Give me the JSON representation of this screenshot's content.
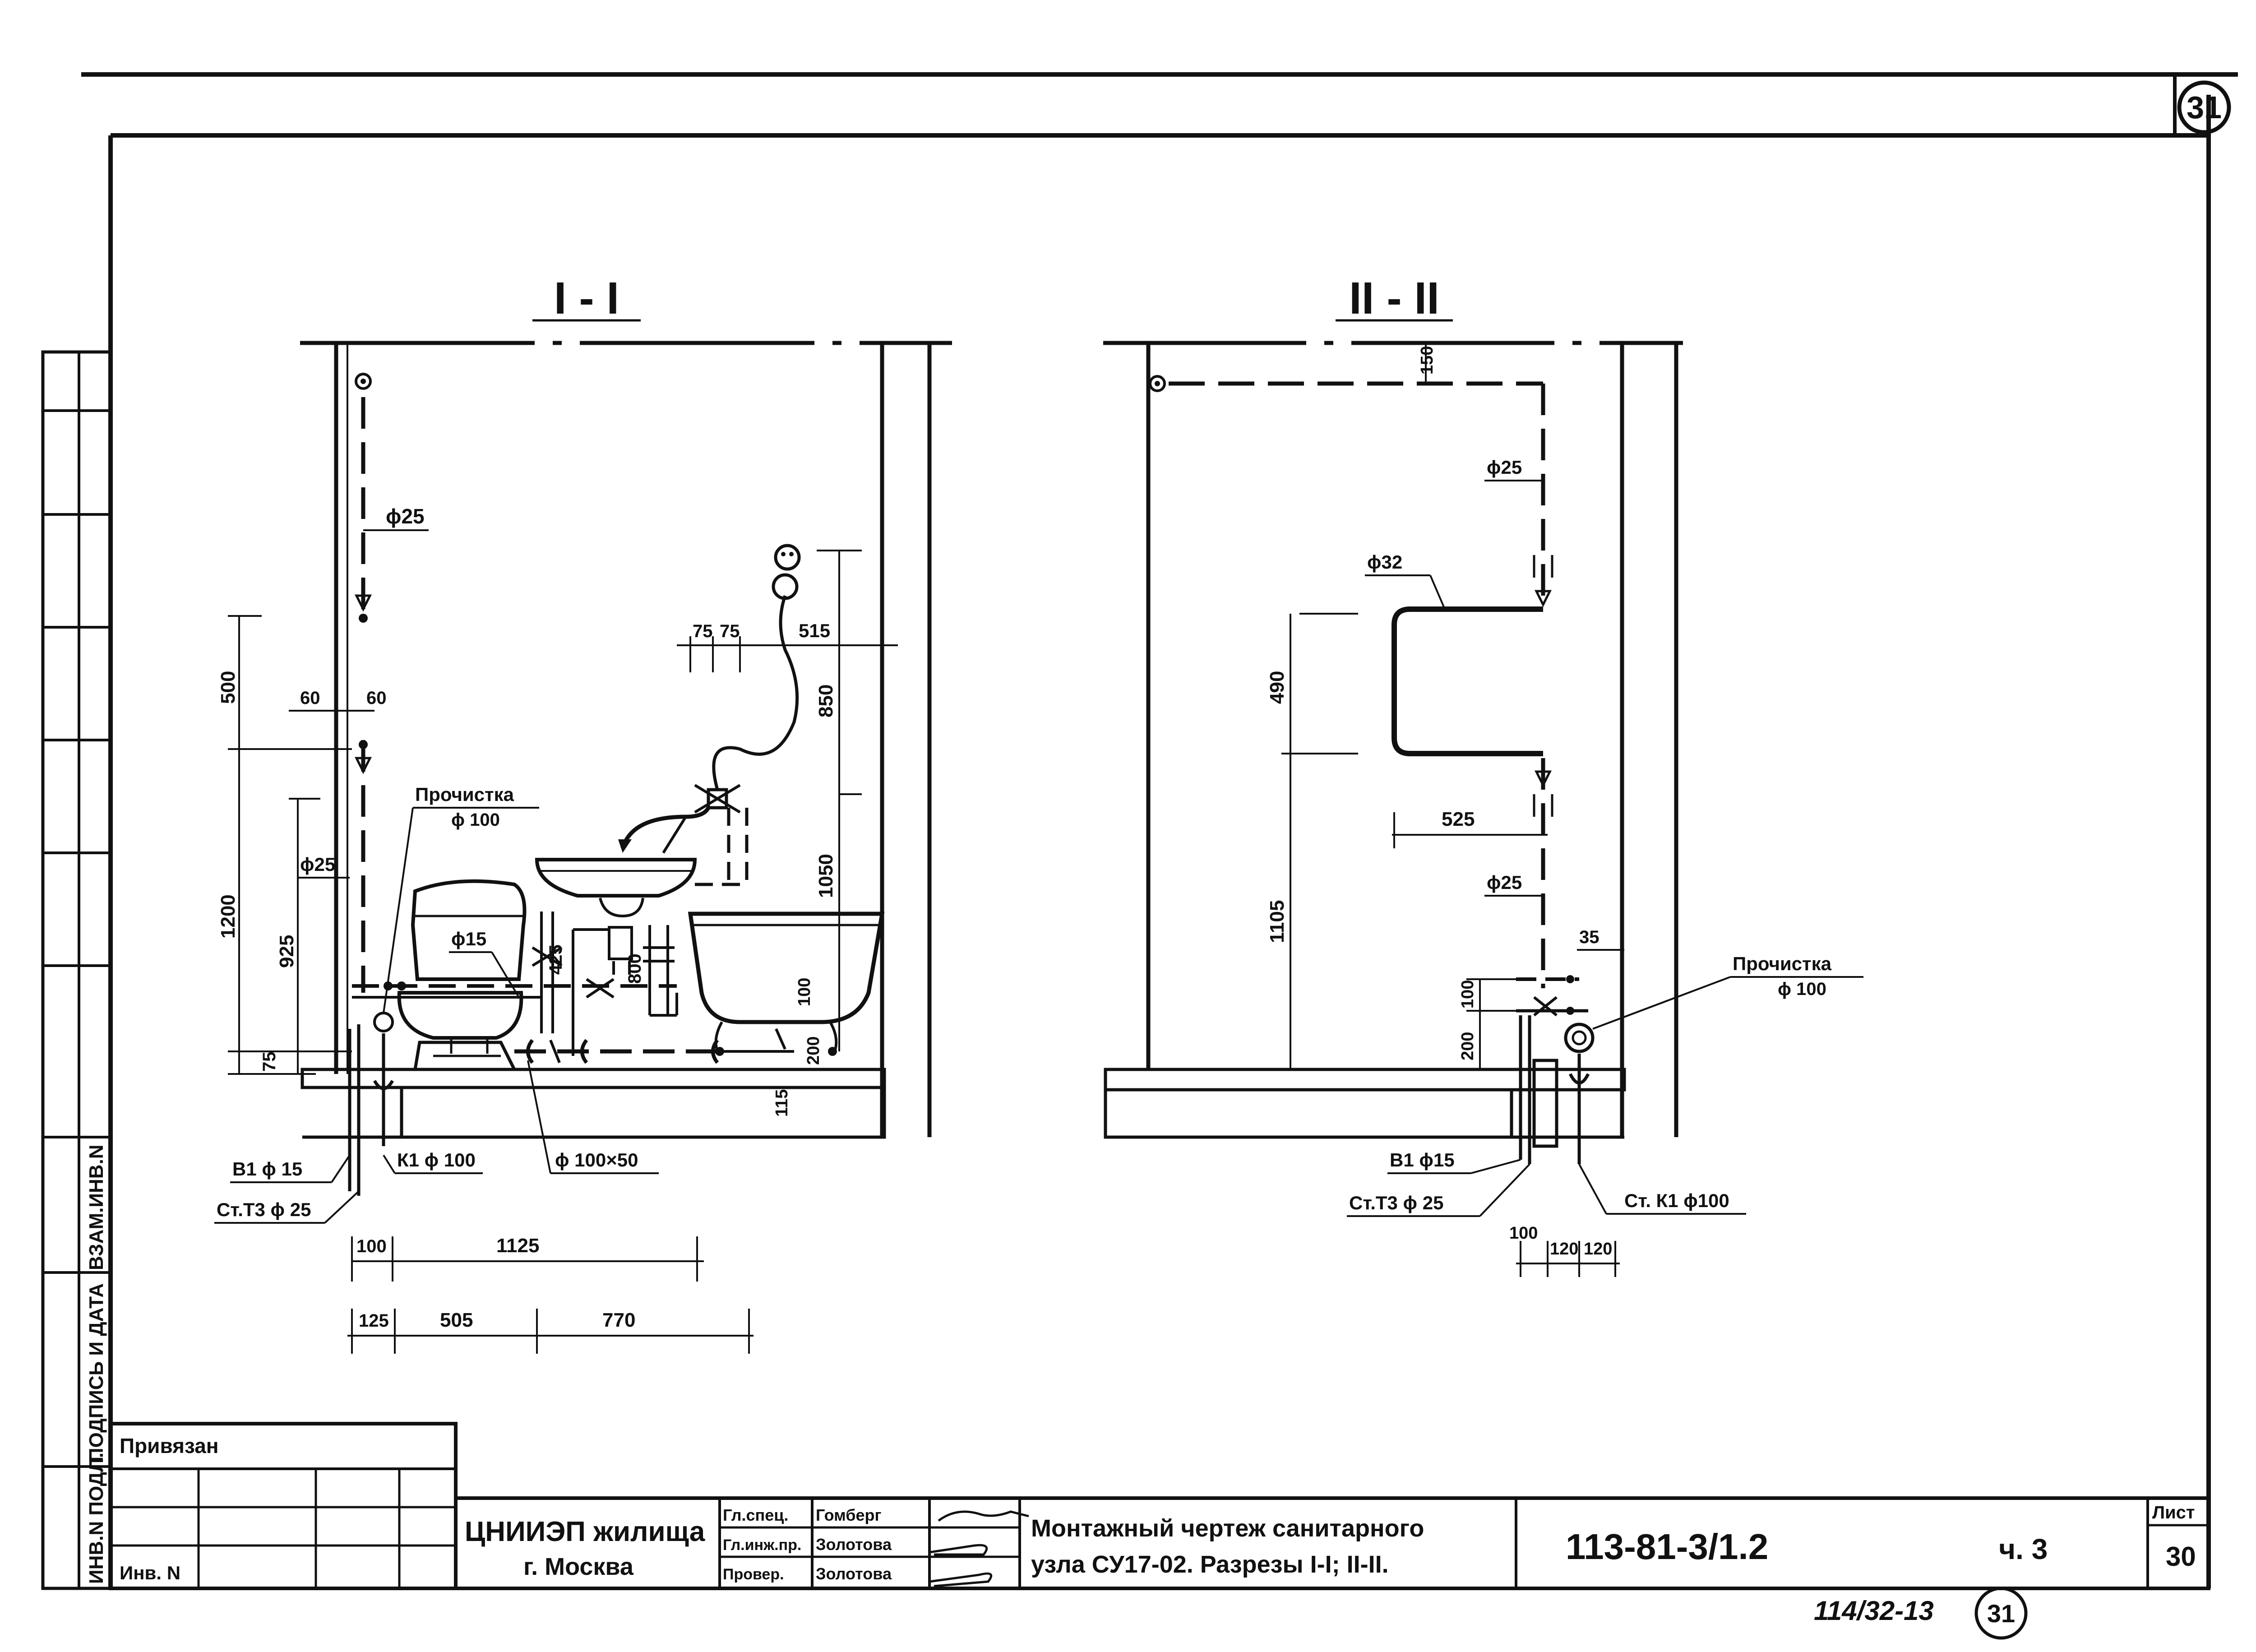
{
  "sheet": {
    "sheet_circle": "31",
    "bottom_stamp": "114/32-13",
    "bottom_stamp_circle": "31"
  },
  "sections": {
    "s1_title": "I - I",
    "s2_title": "II - II"
  },
  "section1": {
    "labels": {
      "d25_top": "ϕ25",
      "d25_left": "ϕ25",
      "d15": "ϕ15",
      "cleanout_1": "Прочистка",
      "cleanout_2": "ϕ 100",
      "v1": "В1 ϕ 15",
      "k1": "К1 ϕ 100",
      "st_t3": "Ст.Т3 ϕ 25",
      "tee": "ϕ 100×50"
    },
    "dims": {
      "d500": "500",
      "d1200": "1200",
      "d925": "925",
      "d75": "75",
      "d60a": "60",
      "d60b": "60",
      "d75a": "75",
      "d75b": "75",
      "d515": "515",
      "d850": "850",
      "d1050": "1050",
      "d800": "800",
      "d425": "425",
      "d100v": "100",
      "d200v": "200",
      "d115": "115",
      "d100": "100",
      "d1125": "1125",
      "d125": "125",
      "d505": "505",
      "d770": "770"
    }
  },
  "section2": {
    "labels": {
      "d25_top": "ϕ25",
      "d32": "ϕ32",
      "d25_bot": "ϕ25",
      "cleanout_1": "Прочистка",
      "cleanout_2": "ϕ 100",
      "v1": "В1 ϕ15",
      "st_t3": "Ст.Т3 ϕ 25",
      "st_k1": "Ст. К1 ϕ100"
    },
    "dims": {
      "d150": "150",
      "d490": "490",
      "d525": "525",
      "d1105": "1105",
      "d35": "35",
      "d100v": "100",
      "d200v": "200",
      "d100": "100",
      "d120a": "120",
      "d120b": "120"
    }
  },
  "side_strip": {
    "upper": "ВЗАМ.ИНВ.N",
    "middle": "ПОДПИСЬ И ДАТА",
    "lower": "ИНВ.N ПОДЛ."
  },
  "title_block": {
    "privyazan": "Привязан",
    "inv": "Инв. N",
    "org_1": "ЦНИИЭП жилища",
    "org_2": "г. Москва",
    "roles": [
      {
        "role": "Гл.спец.",
        "name": "Гомберг"
      },
      {
        "role": "Гл.инж.пр.",
        "name": "Золотова"
      },
      {
        "role": "Провер.",
        "name": "Золотова"
      }
    ],
    "title_1": "Монтажный чертеж санитарного",
    "title_2": "узла СУ17-02. Разрезы I-I; II-II.",
    "code": "113-81-3/1.2",
    "part": "ч. 3",
    "sheet_label": "Лист",
    "sheet_no": "30"
  }
}
